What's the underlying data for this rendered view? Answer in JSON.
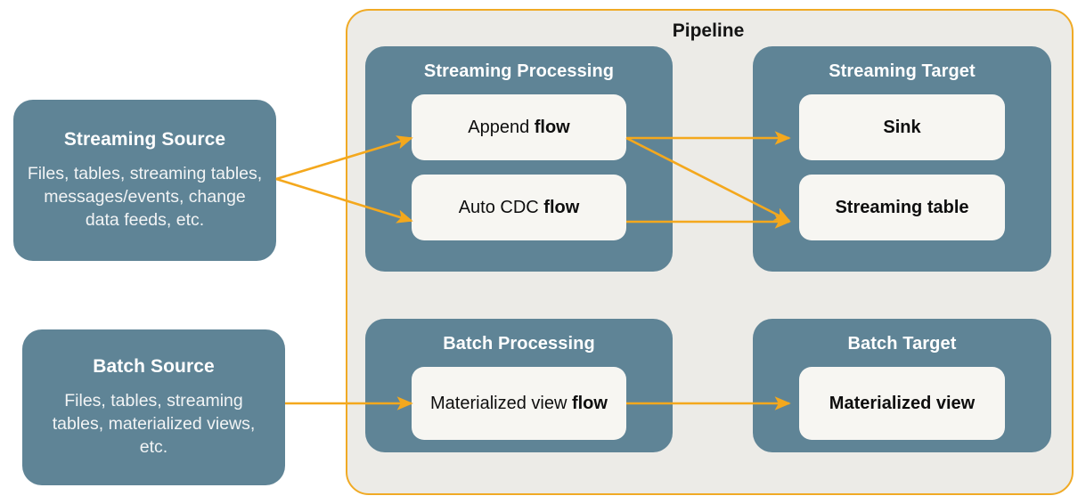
{
  "diagram": {
    "title": "Pipeline",
    "colors": {
      "group_fill": "#5f8496",
      "card_fill": "#f7f6f2",
      "panel_fill": "#ecebe7",
      "panel_border": "#f0aa25",
      "arrow": "#f4a81d",
      "text_dark": "#0e0e0e",
      "text_light": "#ffffff"
    }
  },
  "sources": {
    "streaming": {
      "title": "Streaming Source",
      "description": "Files, tables, streaming tables, messages/events, change data feeds, etc."
    },
    "batch": {
      "title": "Batch Source",
      "description": "Files, tables, streaming tables, materialized views, etc."
    }
  },
  "groups": {
    "streaming_processing": {
      "title": "Streaming Processing",
      "cards": [
        {
          "prefix": "Append ",
          "bold": "flow"
        },
        {
          "prefix": "Auto CDC ",
          "bold": "flow"
        }
      ]
    },
    "streaming_target": {
      "title": "Streaming Target",
      "cards": [
        {
          "label": "Sink"
        },
        {
          "label": "Streaming table"
        }
      ]
    },
    "batch_processing": {
      "title": "Batch Processing",
      "cards": [
        {
          "prefix": "Materialized view ",
          "bold": "flow"
        }
      ]
    },
    "batch_target": {
      "title": "Batch Target",
      "cards": [
        {
          "label": "Materialized view"
        }
      ]
    }
  },
  "connections": [
    {
      "from": "Streaming Source",
      "to": "Append flow"
    },
    {
      "from": "Streaming Source",
      "to": "Auto CDC flow"
    },
    {
      "from": "Append flow",
      "to": "Sink"
    },
    {
      "from": "Append flow",
      "to": "Streaming table"
    },
    {
      "from": "Auto CDC flow",
      "to": "Streaming table"
    },
    {
      "from": "Batch Source",
      "to": "Materialized view flow"
    },
    {
      "from": "Materialized view flow",
      "to": "Materialized view"
    }
  ]
}
